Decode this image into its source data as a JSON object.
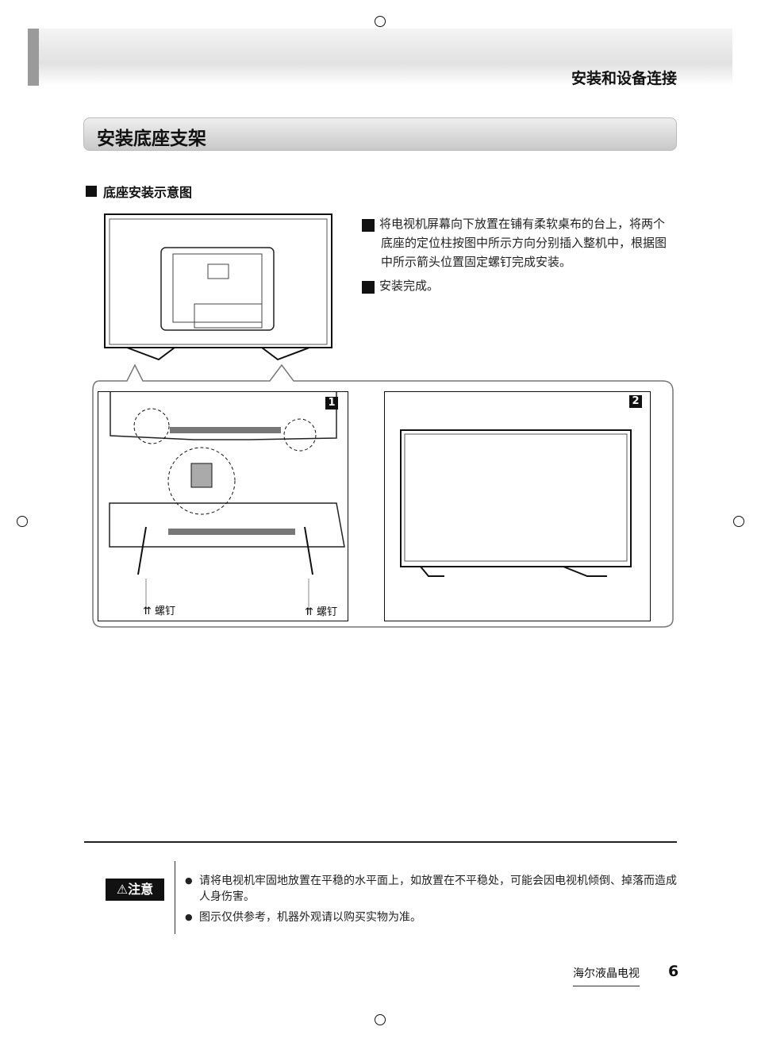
{
  "header": {
    "chapter": "安装和设备连接"
  },
  "section": {
    "title": "安装底座支架",
    "subtitle": "底座安装示意图"
  },
  "steps": [
    {
      "num": "1",
      "text": "将电视机屏幕向下放置在铺有柔软桌布的台上，将两个底座的定位柱按图中所示方向分别插入整机中，根据图中所示箭头位置固定螺钉完成安装。"
    },
    {
      "num": "2",
      "text": "安装完成。"
    }
  ],
  "figure": {
    "panel1_num": "1",
    "panel2_num": "2",
    "screw_label_left": "螺钉",
    "screw_label_right": "螺钉"
  },
  "caution": {
    "badge": "⚠注意",
    "items": [
      "请将电视机牢固地放置在平稳的水平面上，如放置在不平稳处，可能会因电视机倾倒、掉落而造成人身伤害。",
      "图示仅供参考，机器外观请以购买实物为准。"
    ]
  },
  "footer": {
    "brand": "海尔液晶电视",
    "page": "6"
  }
}
